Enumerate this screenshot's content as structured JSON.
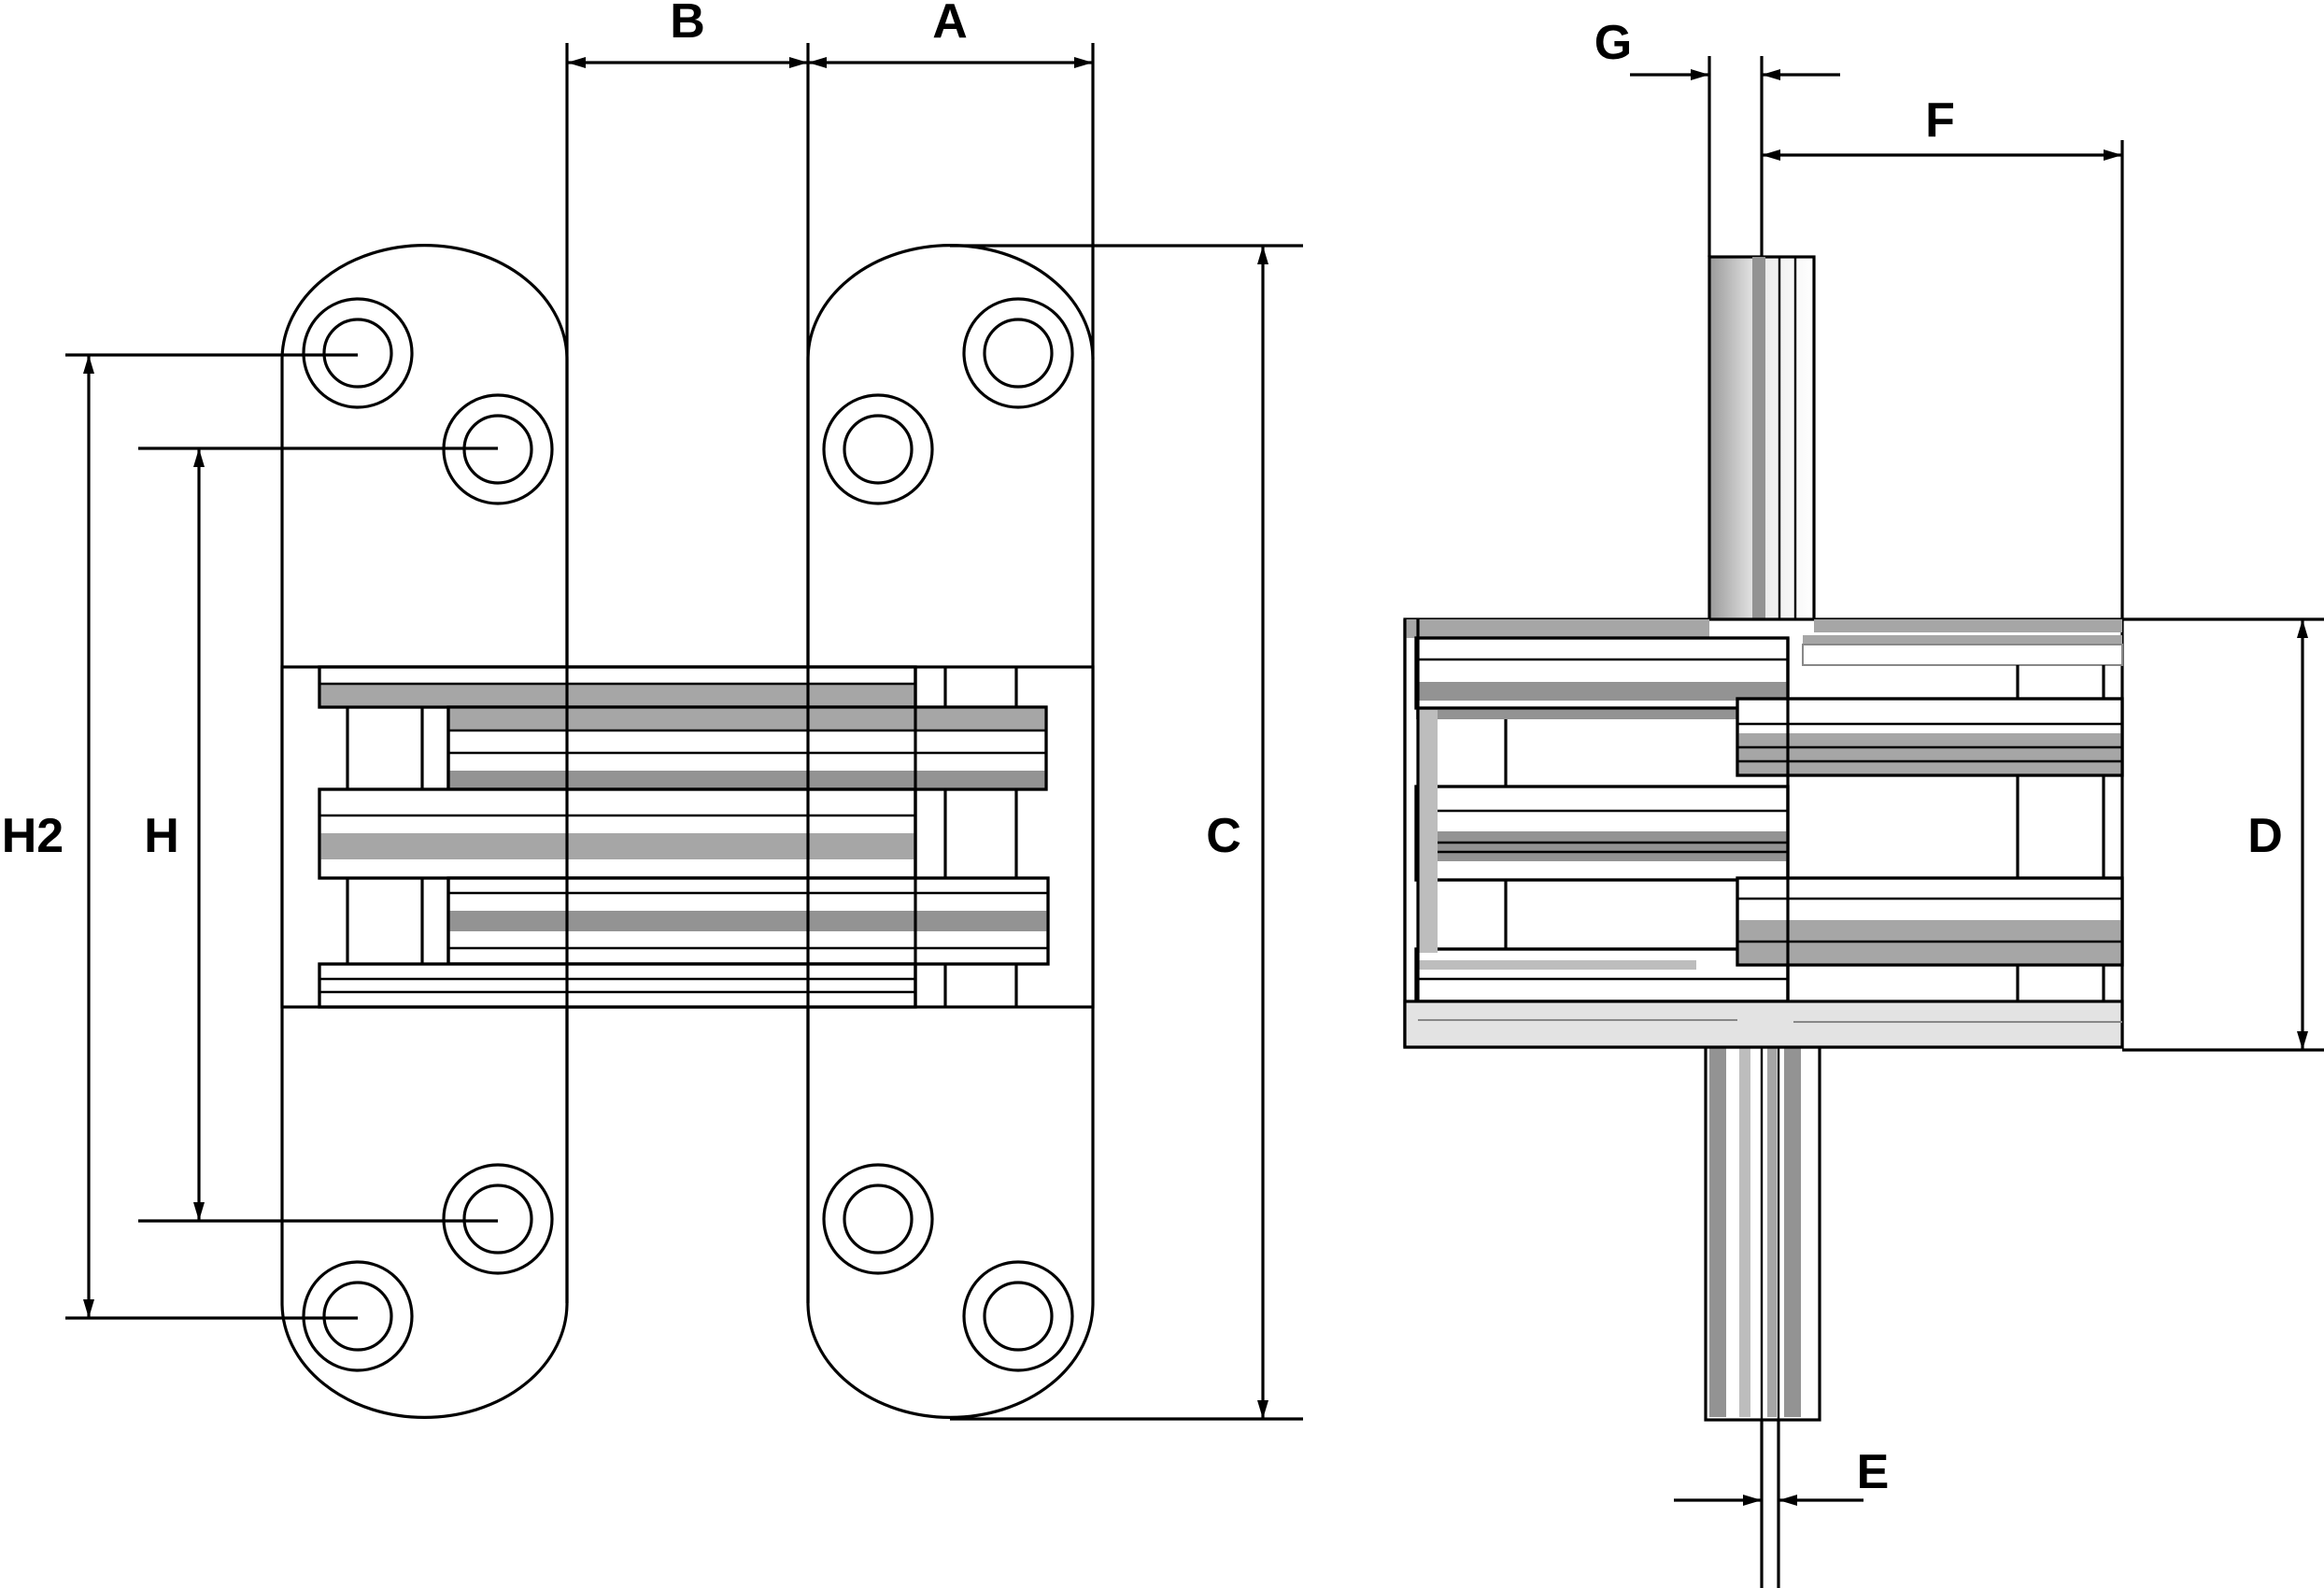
{
  "diagram": {
    "labels": {
      "A": "A",
      "B": "B",
      "C": "C",
      "D": "D",
      "E": "E",
      "F": "F",
      "G": "G",
      "H": "H",
      "H2": "H2"
    },
    "colors": {
      "line": "#000000",
      "background": "#ffffff",
      "gray_dark": "#939393",
      "gray_mid": "#a6a6a6",
      "gray_light": "#bdbdbd",
      "gray_pale": "#e3e3e3"
    }
  }
}
